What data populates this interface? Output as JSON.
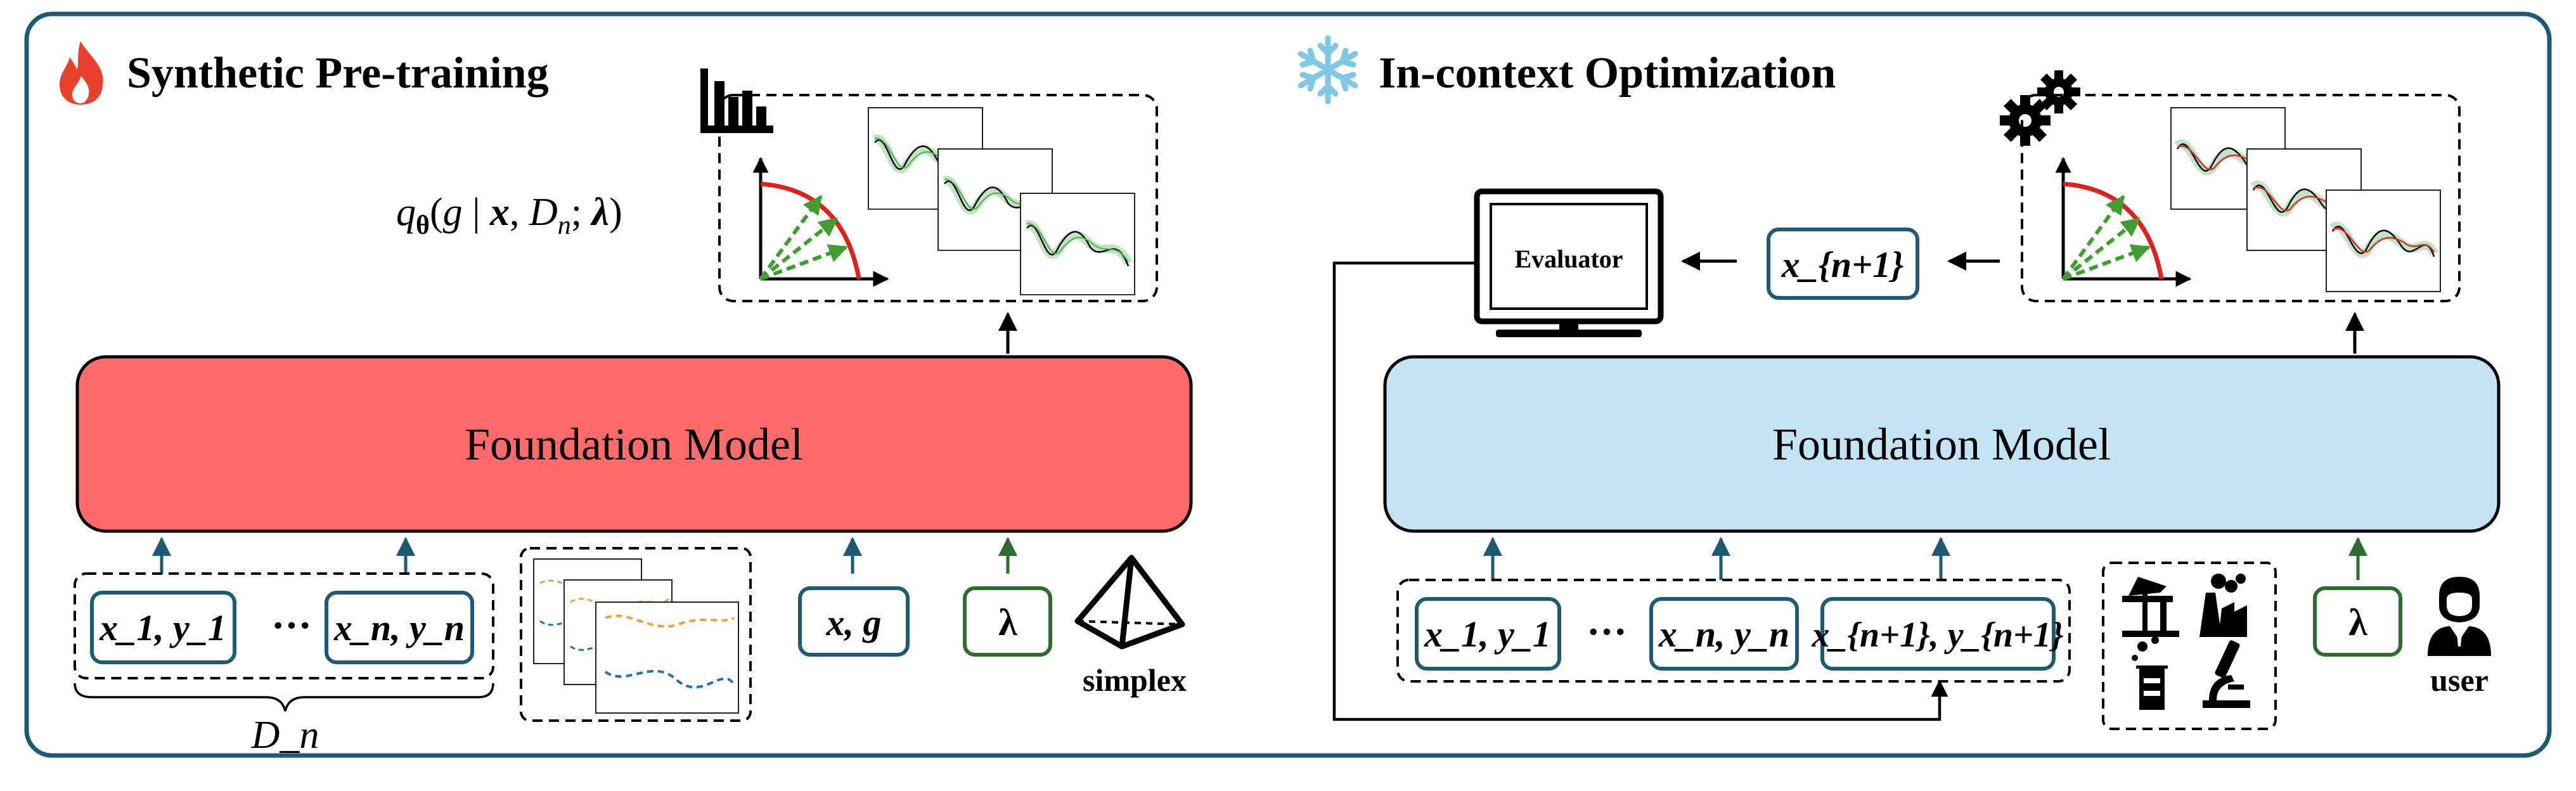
{
  "left_panel": {
    "title": "Synthetic Pre-training",
    "formula": "q_θ(g | x, D_n; λ)",
    "model_label": "Foundation Model",
    "token_first": "x_1, y_1",
    "token_dots": "···",
    "token_last": "x_n, y_n",
    "token_query": "x, g",
    "token_lambda": "λ",
    "dataset_label": "D_n",
    "simplex_label": "simplex"
  },
  "right_panel": {
    "title": "In-context Optimization",
    "model_label": "Foundation Model",
    "evaluator_label": "Evaluator",
    "next_token": "x_{n+1}",
    "token_first": "x_1, y_1",
    "token_dots": "···",
    "token_mid": "x_n, y_n",
    "token_last": "x_{n+1}, y_{n+1}",
    "token_lambda": "λ",
    "user_label": "user"
  },
  "icons": {
    "left_title": "flame-icon",
    "right_title": "snowflake-icon",
    "left_output": "bar-chart-icon",
    "right_output": "gears-icon",
    "simplex": "tetrahedron-icon",
    "user": "user-icon",
    "domains": [
      "oil-pump-icon",
      "factory-icon",
      "beaker-icon",
      "microscope-icon"
    ]
  },
  "colors": {
    "frame": "#1d5a73",
    "model_left": "#ff6b6b",
    "model_right": "#c3e4f5",
    "token_border": "#1d5a73",
    "lambda_border": "#2f6b2f",
    "pareto_curve": "#e0201b",
    "arrows_green": "#3f9e2f",
    "flame": "#e8412c",
    "snowflake": "#7ec8e3"
  }
}
